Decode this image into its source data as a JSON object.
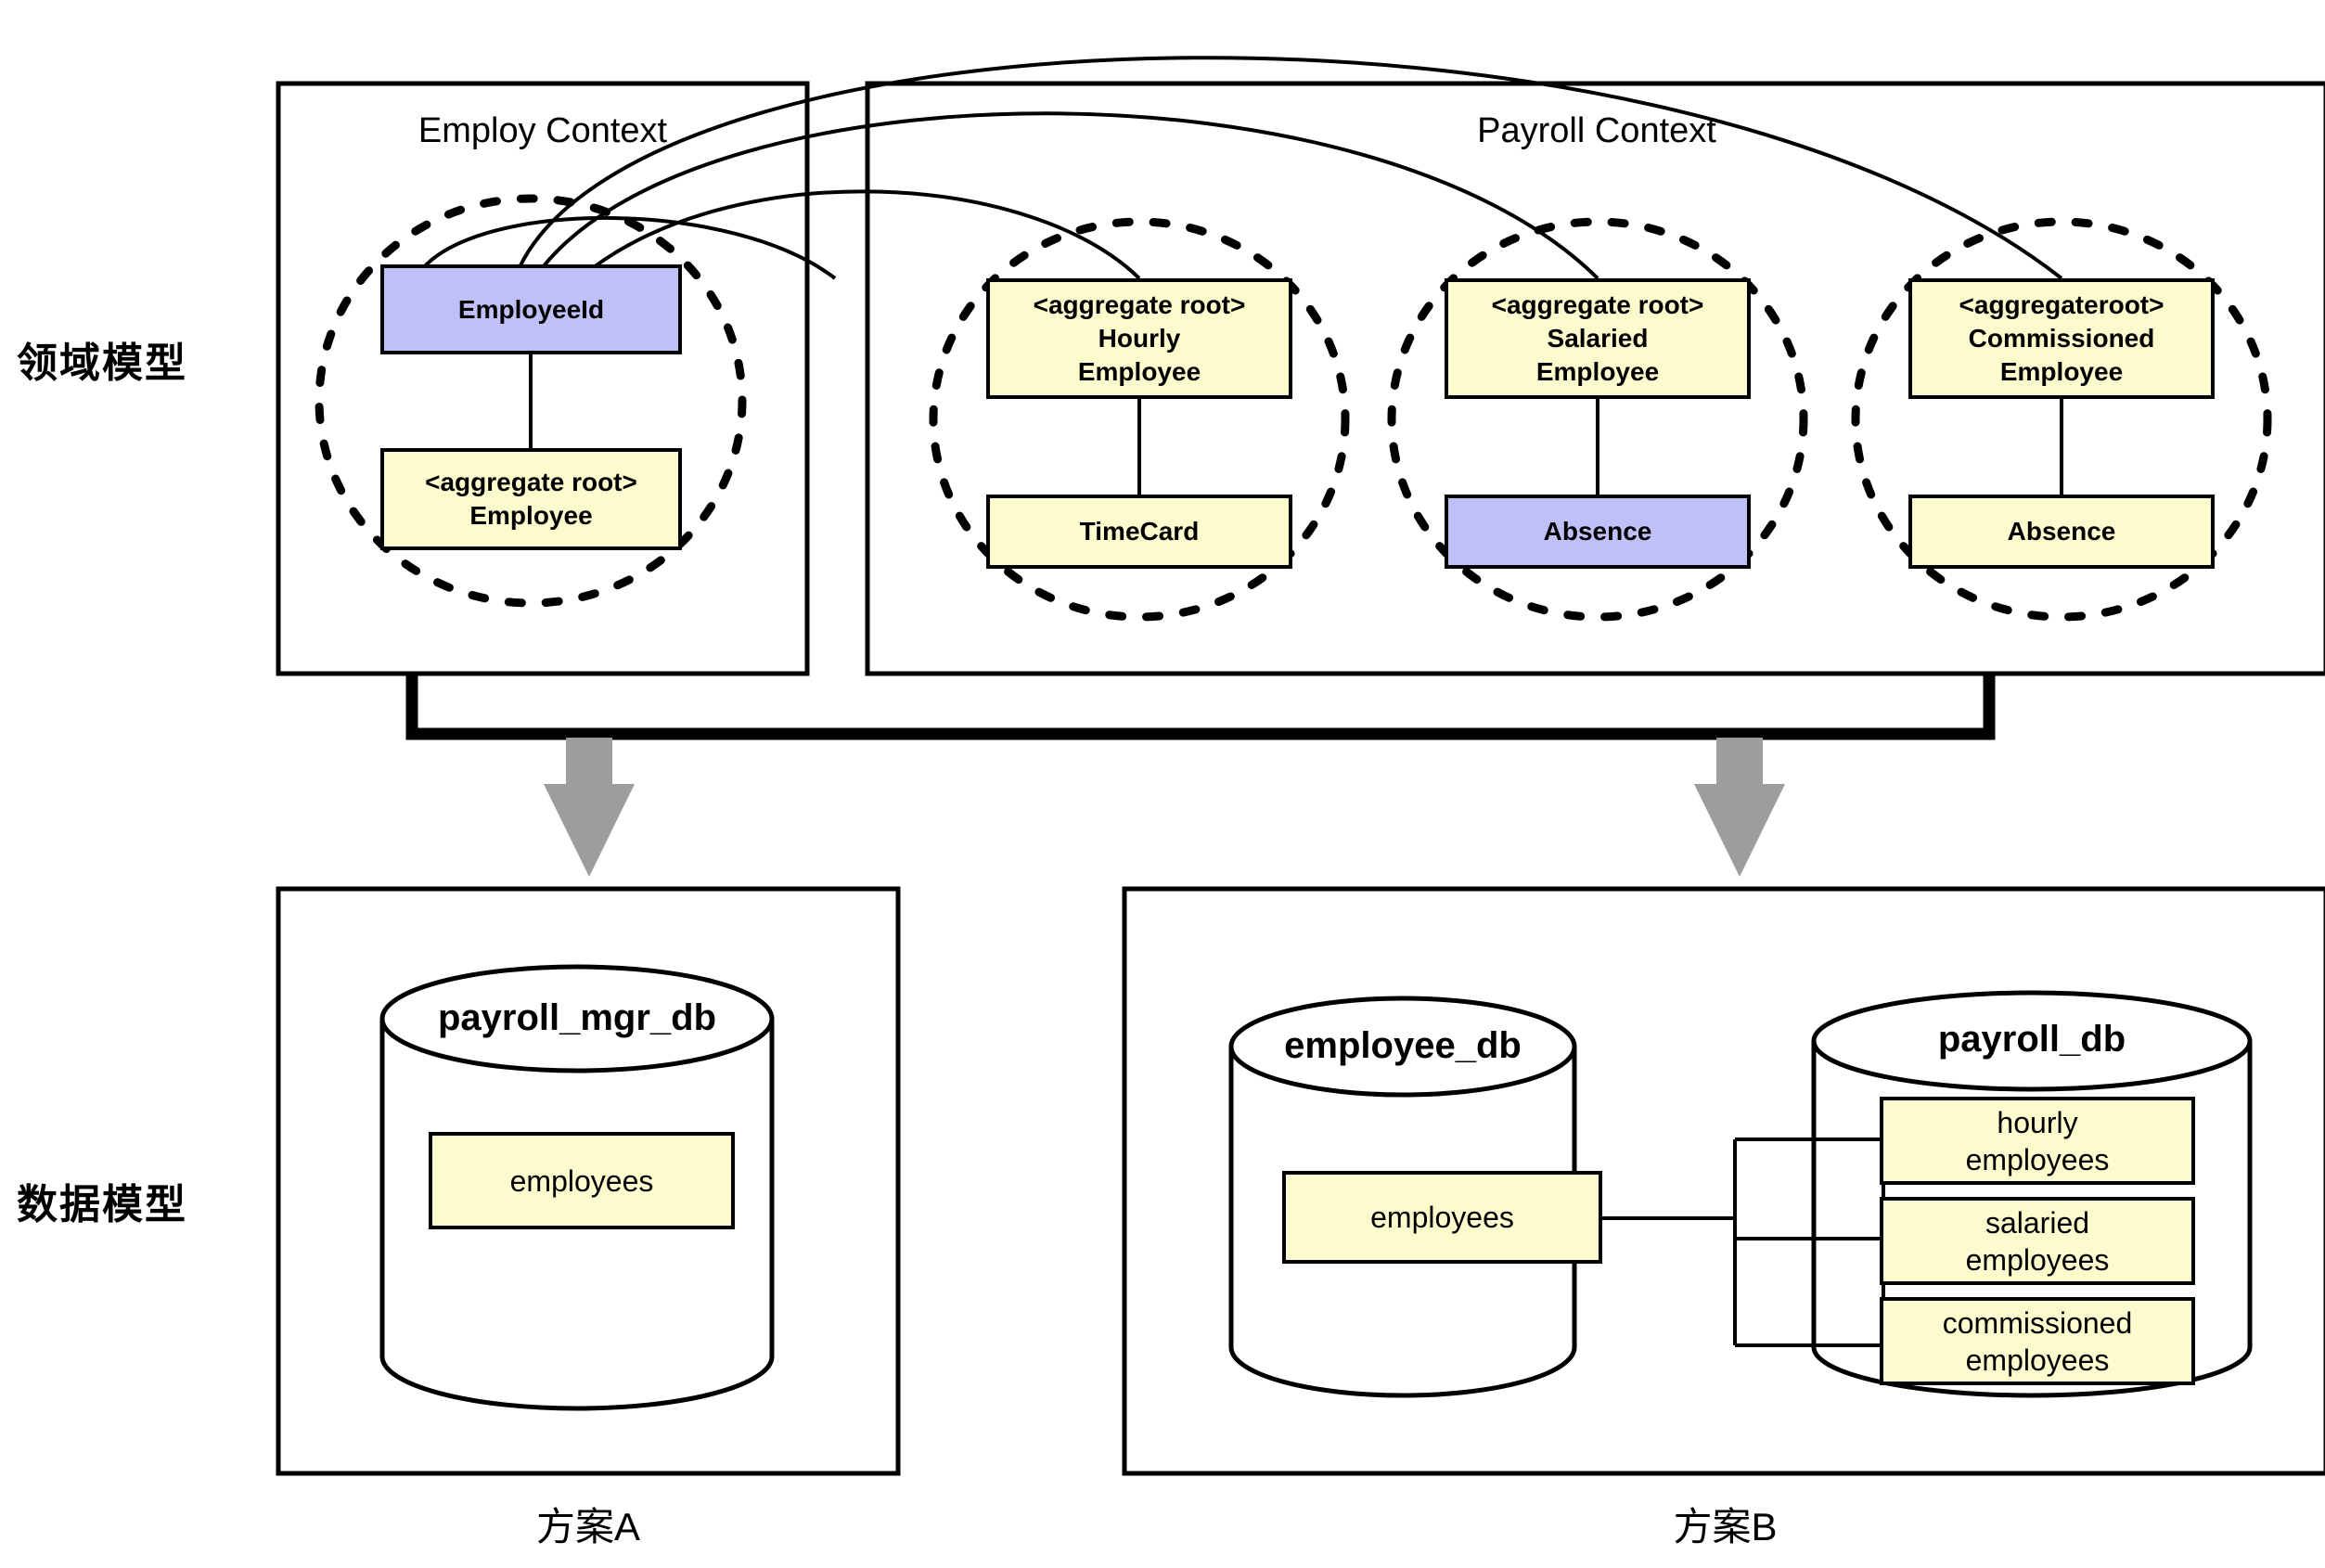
{
  "diagram": {
    "row_labels": {
      "domain_model": "领域模型",
      "data_model": "数据模型"
    },
    "plan_captions": {
      "plan_a": "方案A",
      "plan_b": "方案B"
    },
    "contexts": [
      {
        "id": "employ",
        "title": "Employ Context"
      },
      {
        "id": "payroll",
        "title": "Payroll Context"
      }
    ],
    "aggregates": [
      {
        "id": "employ-aggregate",
        "root": {
          "stereotype": "",
          "name": "EmployeeId",
          "color": "purple"
        },
        "child": {
          "stereotype": "<aggregate root>",
          "name": "Employee",
          "color": "yellow"
        }
      },
      {
        "id": "hourly-aggregate",
        "root": {
          "stereotype": "<aggregate root>",
          "name_line1": "Hourly",
          "name_line2": "Employee",
          "color": "yellow"
        },
        "child": {
          "name": "TimeCard",
          "color": "yellow"
        }
      },
      {
        "id": "salaried-aggregate",
        "root": {
          "stereotype": "<aggregate root>",
          "name_line1": "Salaried",
          "name_line2": "Employee",
          "color": "yellow"
        },
        "child": {
          "name": "Absence",
          "color": "purple"
        }
      },
      {
        "id": "commissioned-aggregate",
        "root": {
          "stereotype": "<aggregateroot>",
          "name_line1": "Commissioned",
          "name_line2": "Employee",
          "color": "yellow"
        },
        "child": {
          "name": "Absence",
          "color": "yellow"
        }
      }
    ],
    "databases": [
      {
        "id": "payroll-mgr-db",
        "name": "payroll_mgr_db",
        "plan": "方案A",
        "tables": [
          {
            "line1": "employees",
            "line2": ""
          }
        ]
      },
      {
        "id": "employee-db",
        "name": "employee_db",
        "plan": "方案B",
        "tables": [
          {
            "line1": "employees",
            "line2": ""
          }
        ]
      },
      {
        "id": "payroll-db",
        "name": "payroll_db",
        "plan": "方案B",
        "tables": [
          {
            "line1": "hourly",
            "line2": "employees"
          },
          {
            "line1": "salaried",
            "line2": "employees"
          },
          {
            "line1": "commissioned",
            "line2": "employees"
          }
        ]
      }
    ],
    "colors": {
      "yellow_fill": "#fcfbcd",
      "purple_fill": "#c0c0f8",
      "stroke": "#000000",
      "arrow_gray": "#999999",
      "background": "#ffffff"
    }
  }
}
